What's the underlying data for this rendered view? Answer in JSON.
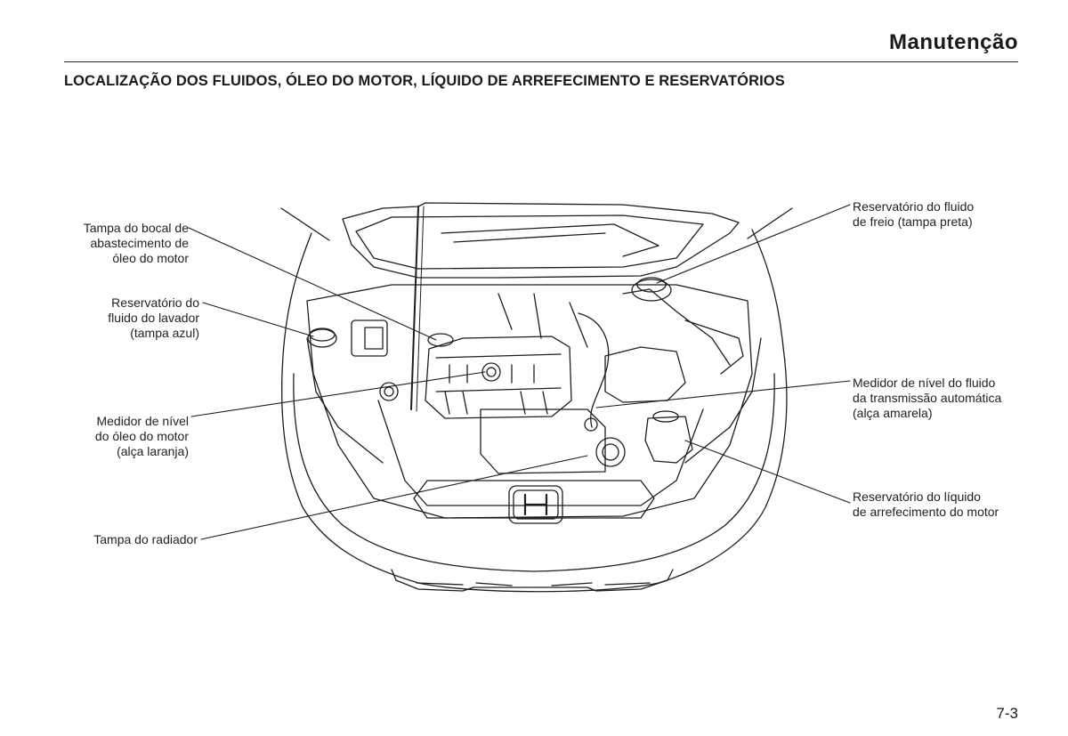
{
  "header": {
    "title": "Manutenção"
  },
  "section": {
    "title": "LOCALIZAÇÃO DOS FLUIDOS, ÓLEO DO MOTOR, LÍQUIDO DE ARREFECIMENTO E RESERVATÓRIOS"
  },
  "callouts": {
    "oil_fill_cap": "Tampa do bocal de\nabastecimento de\nóleo do motor",
    "washer_reservoir": "Reservatório do\nfluido do lavador\n(tampa azul)",
    "oil_dipstick": "Medidor de nível\ndo óleo do motor\n(alça laranja)",
    "radiator_cap": "Tampa do radiador",
    "brake_reservoir": "Reservatório do fluido\nde freio (tampa preta)",
    "atf_dipstick": "Medidor de nível do fluido\nda transmissão automática\n(alça amarela)",
    "coolant_reservoir": "Reservatório do líquido\nde arrefecimento do motor"
  },
  "footer": {
    "page_number": "7-3"
  }
}
